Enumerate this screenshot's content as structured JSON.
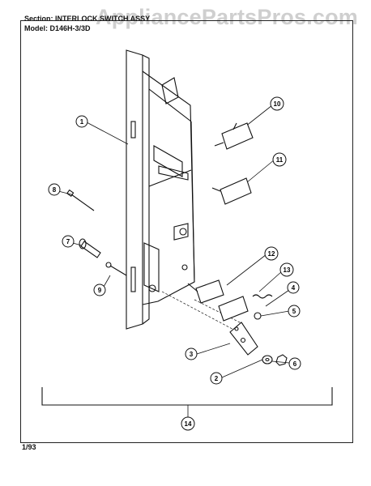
{
  "watermark": "AppliancePartsPros.com",
  "header": {
    "section": "Section: INTERLOCK SWITCH ASSY",
    "model": "Model: D146H-3/3D"
  },
  "callouts": [
    "1",
    "2",
    "3",
    "4",
    "5",
    "6",
    "7",
    "8",
    "9",
    "10",
    "11",
    "12",
    "13",
    "14"
  ],
  "footer": "1/93"
}
